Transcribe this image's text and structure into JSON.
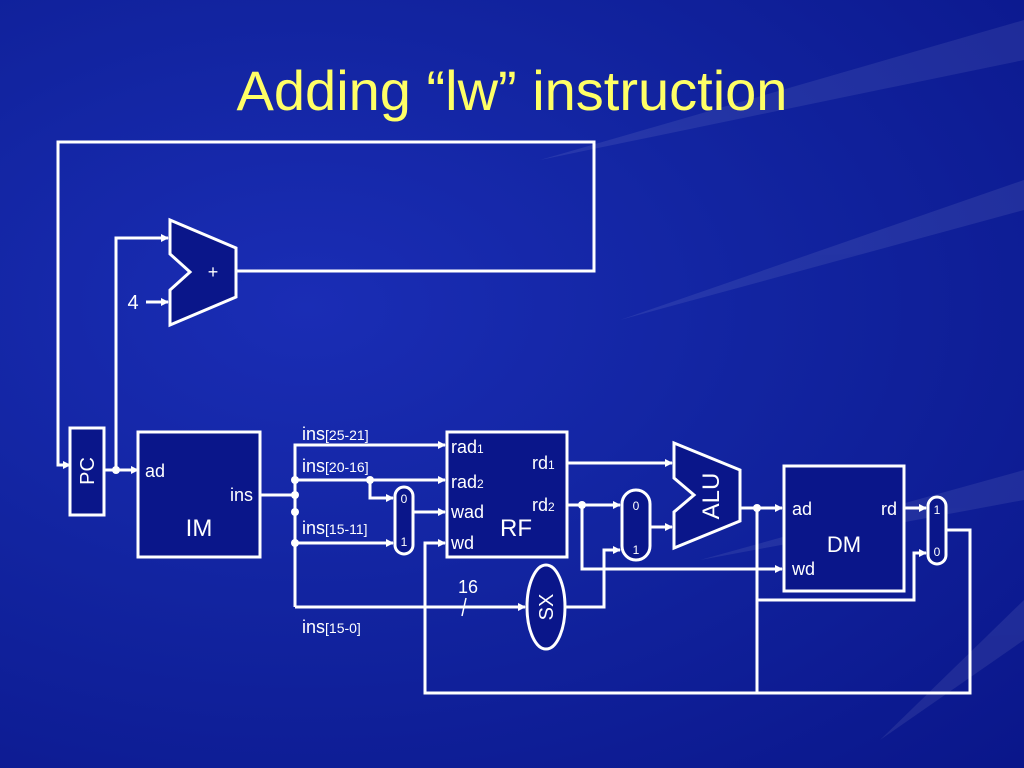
{
  "title": "Adding “lw” instruction",
  "colors": {
    "background": "#1224a0",
    "title": "#ffff66",
    "lines": "#ffffff"
  },
  "pc": {
    "label": "PC"
  },
  "adder": {
    "op": "+",
    "const_input": "4"
  },
  "im": {
    "name": "IM",
    "port_in": "ad",
    "port_out": "ins"
  },
  "fields": {
    "f1": {
      "base": "ins",
      "range": "[25-21]"
    },
    "f2": {
      "base": "ins",
      "range": "[20-16]"
    },
    "f3": {
      "base": "ins",
      "range": "[15-11]"
    },
    "f4": {
      "base": "ins",
      "range": "[15-0]"
    }
  },
  "rf": {
    "name": "RF",
    "rad1": "rad",
    "rad1_sub": "1",
    "rad2": "rad",
    "rad2_sub": "2",
    "wad": "wad",
    "wd": "wd",
    "rd1": "rd",
    "rd1_sub": "1",
    "rd2": "rd",
    "rd2_sub": "2"
  },
  "mux_wad": {
    "in0": "0",
    "in1": "1"
  },
  "mux_alu": {
    "in0": "0",
    "in1": "1"
  },
  "mux_wb": {
    "in0": "1",
    "in1": "0"
  },
  "alu": {
    "name": "ALU"
  },
  "sx": {
    "name": "SX",
    "bits": "16",
    "slash": "/"
  },
  "dm": {
    "name": "DM",
    "port_ad": "ad",
    "port_wd": "wd",
    "port_rd": "rd"
  }
}
